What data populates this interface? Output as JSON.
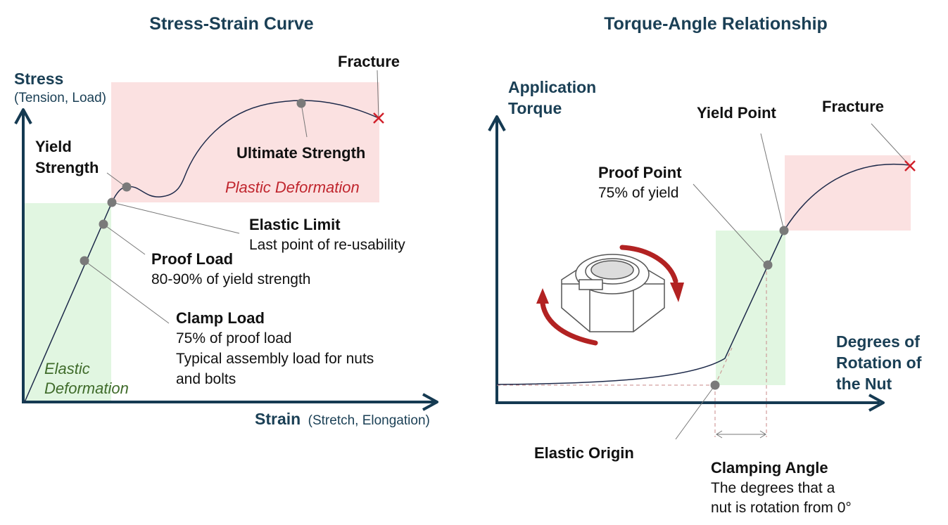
{
  "left": {
    "title": "Stress-Strain Curve",
    "y_axis_label": "Stress",
    "y_axis_sub": "(Tension, Load)",
    "x_axis_label": "Strain",
    "x_axis_sub": "(Stretch, Elongation)",
    "zone_plastic": "Plastic Deformation",
    "zone_elastic_1": "Elastic",
    "zone_elastic_2": "Deformation",
    "fracture": "Fracture",
    "ultimate": "Ultimate Strength",
    "yield_1": "Yield",
    "yield_2": "Strength",
    "elastic_limit": "Elastic Limit",
    "elastic_limit_desc": "Last point of re-usability",
    "proof_load": "Proof Load",
    "proof_load_desc": "80-90% of yield strength",
    "clamp_load": "Clamp Load",
    "clamp_desc_1": "75% of proof load",
    "clamp_desc_2": "Typical assembly load for nuts",
    "clamp_desc_3": "and bolts"
  },
  "right": {
    "title": "Torque-Angle Relationship",
    "y_axis_label_1": "Application",
    "y_axis_label_2": "Torque",
    "x_axis_label_1": "Degrees of",
    "x_axis_label_2": "Rotation of",
    "x_axis_label_3": "the Nut",
    "yield_point": "Yield Point",
    "fracture": "Fracture",
    "proof_point": "Proof Point",
    "proof_point_desc": "75% of yield",
    "elastic_origin": "Elastic Origin",
    "clamping_angle": "Clamping Angle",
    "clamping_desc_1": "The degrees that a",
    "clamping_desc_2": "nut is rotation from 0°"
  },
  "colors": {
    "axis": "#153a52",
    "plastic_zone": "#fbe1e1",
    "elastic_zone": "#e1f6e1",
    "fracture_mark": "#d0202a",
    "point": "#7a7a7a",
    "rotation_arrow": "#b22222",
    "dashed_guide": "#c98a8a"
  },
  "icons": {
    "nut": "lock-nut-icon",
    "rotation": "rotation-arrows-icon"
  }
}
